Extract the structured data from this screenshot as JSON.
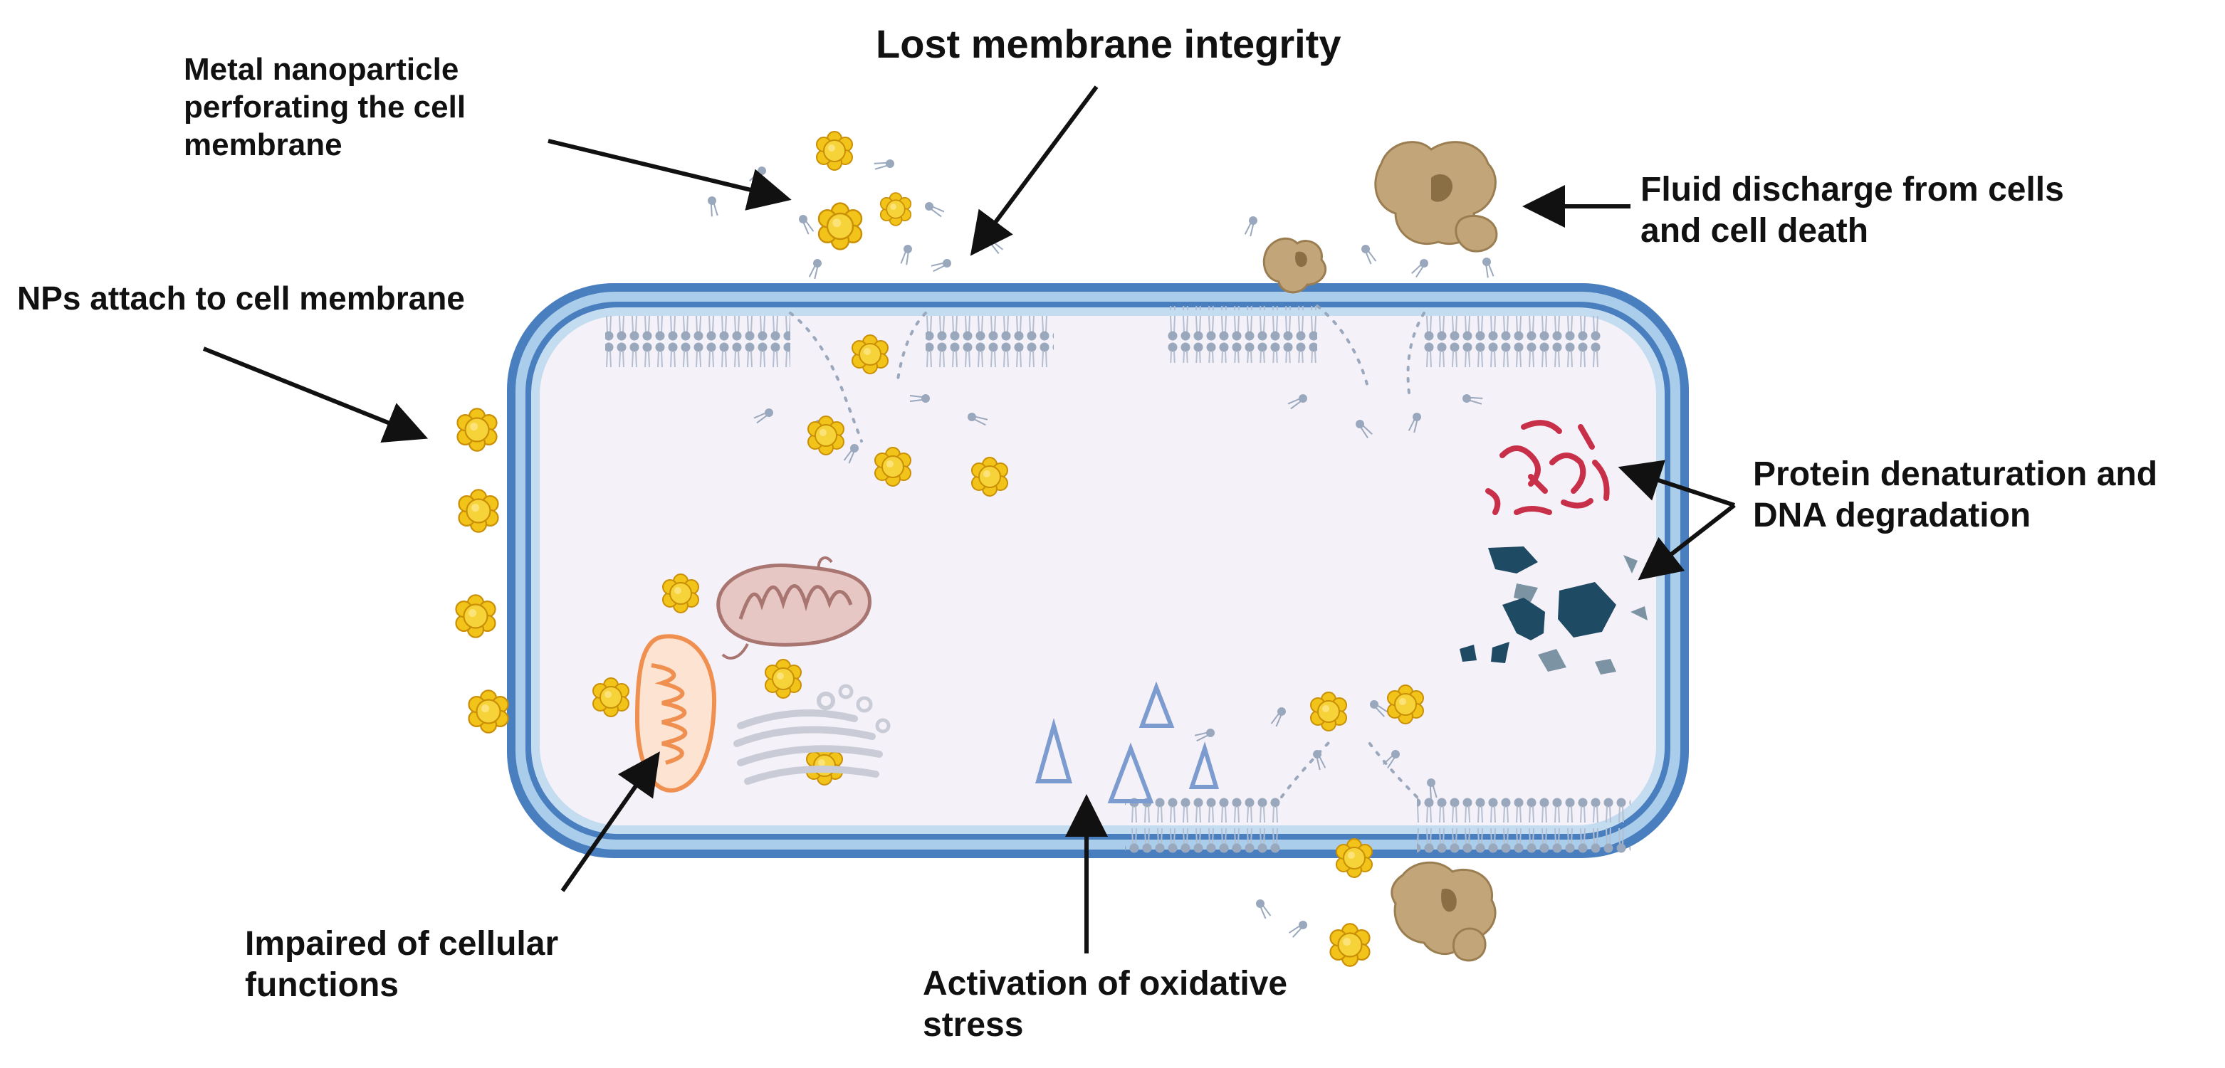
{
  "labels": {
    "metal": [
      "Metal nanoparticle",
      "perforating the cell",
      "membrane"
    ],
    "lost": [
      "Lost membrane integrity"
    ],
    "fluid": [
      "Fluid discharge from cells",
      "and cell death"
    ],
    "nps": [
      "NPs attach to cell membrane"
    ],
    "protein": [
      "Protein denaturation and",
      "DNA degradation"
    ],
    "impaired": [
      "Impaired of cellular",
      "functions"
    ],
    "oxidative": [
      "Activation of oxidative",
      "stress"
    ]
  },
  "colors": {
    "membrane_outer": "#4a7fbf",
    "membrane_band": "#a9cdea",
    "cytoplasm": "#f5f1f8",
    "lipid_head": "#9aa8bd",
    "nanoparticle": "#f2c318",
    "nanoparticle_edge": "#c98f06",
    "mitochondrion_orange": "#f09050",
    "mitochondrion_brown": "#c49590",
    "protein_red": "#c8304a",
    "dna_fragment": "#1f4a63",
    "fluid_debris": "#c2a67a",
    "arrow": "#111111"
  },
  "icons": [
    "nanoparticle-icon",
    "mitochondrion-icon",
    "golgi-icon",
    "ros-triangle-icon",
    "protein-strand-icon",
    "dna-fragment-icon",
    "debris-icon",
    "phospholipid-icon"
  ]
}
